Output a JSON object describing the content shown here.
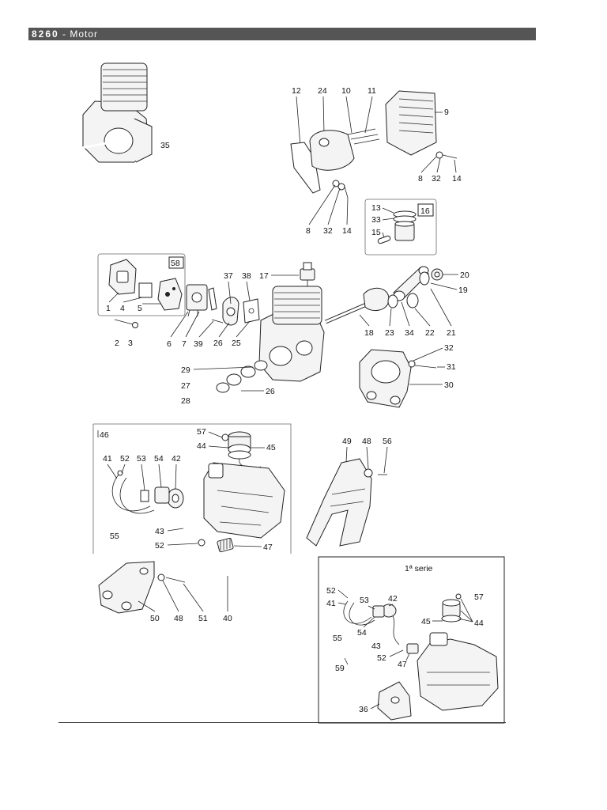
{
  "header": {
    "model": "8260",
    "separator": " - ",
    "section": "Motor"
  },
  "callouts": {
    "n1": "1",
    "n2": "2",
    "n3": "3",
    "n4": "4",
    "n5": "5",
    "n6": "6",
    "n7": "7",
    "n8a": "8",
    "n8b": "8",
    "n9": "9",
    "n10": "10",
    "n11": "11",
    "n12": "12",
    "n13": "13",
    "n14a": "14",
    "n14b": "14",
    "n15": "15",
    "n16": "16",
    "n17": "17",
    "n18": "18",
    "n19": "19",
    "n20": "20",
    "n21": "21",
    "n22": "22",
    "n23": "23",
    "n24": "24",
    "n25": "25",
    "n26a": "26",
    "n26b": "26",
    "n27": "27",
    "n28": "28",
    "n29": "29",
    "n30": "30",
    "n31": "31",
    "n32a": "32",
    "n32b": "32",
    "n32c": "32",
    "n33": "33",
    "n34": "34",
    "n35": "35",
    "n36": "36",
    "n37": "37",
    "n38": "38",
    "n39": "39",
    "n40": "40",
    "n41a": "41",
    "n41b": "41",
    "n42a": "42",
    "n42b": "42",
    "n43a": "43",
    "n43b": "43",
    "n44a": "44",
    "n44b": "44",
    "n45a": "45",
    "n45b": "45",
    "n46": "46",
    "n47a": "47",
    "n47b": "47",
    "n48a": "48",
    "n48b": "48",
    "n49": "49",
    "n50": "50",
    "n51": "51",
    "n52a": "52",
    "n52b": "52",
    "n52c": "52",
    "n52d": "52",
    "n53a": "53",
    "n53b": "53",
    "n54a": "54",
    "n54b": "54",
    "n55a": "55",
    "n55b": "55",
    "n56": "56",
    "n57a": "57",
    "n57b": "57",
    "n58": "58",
    "n59": "59"
  },
  "inset": {
    "title": "1ª serie"
  }
}
